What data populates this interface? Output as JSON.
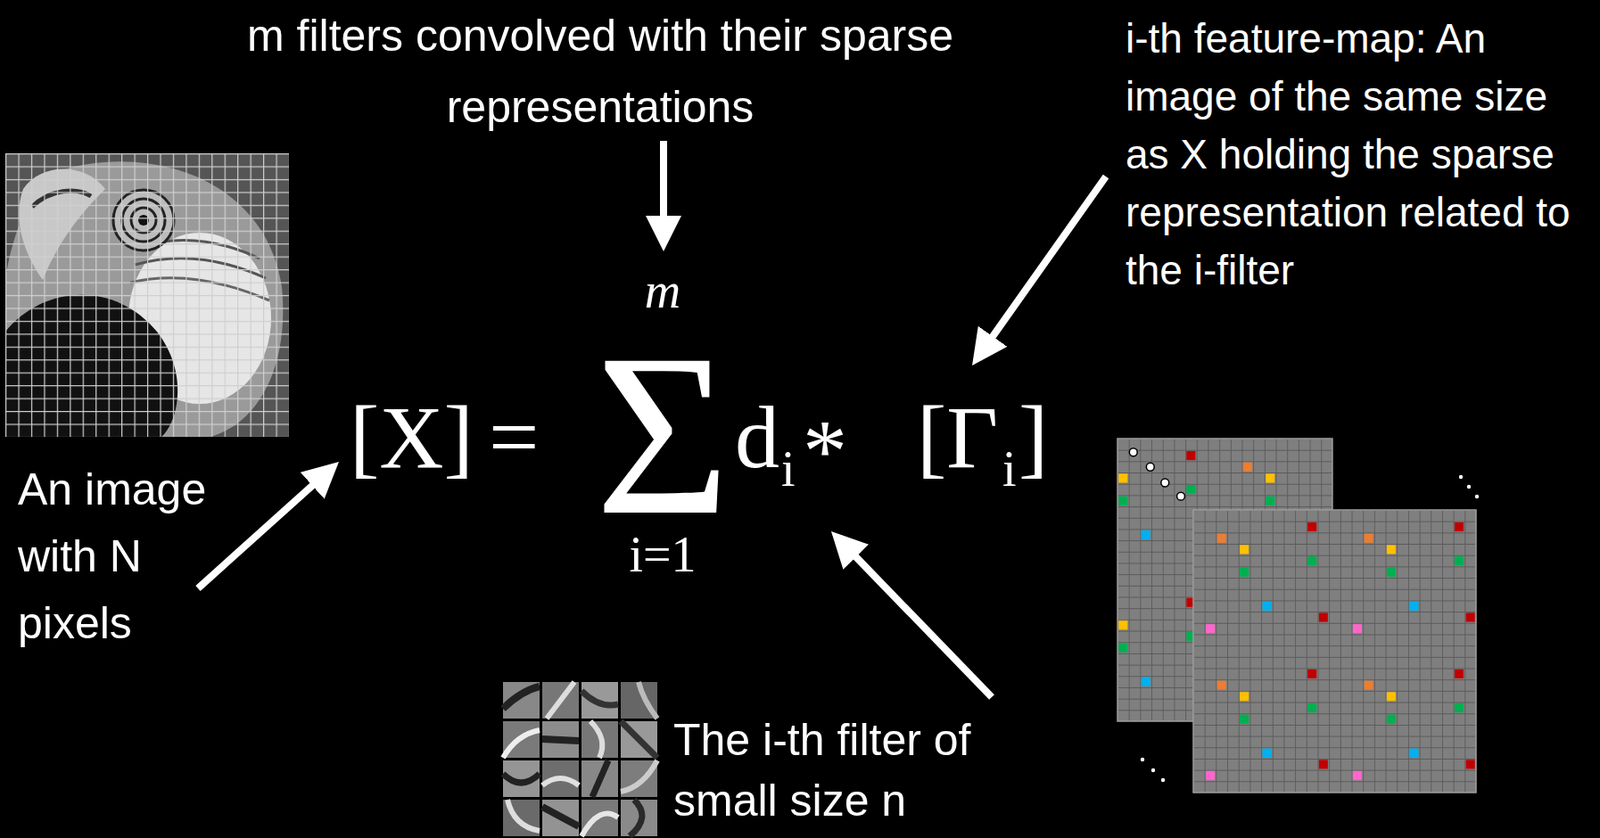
{
  "diagram": {
    "labels": [
      "m filters convolved with their sparse representations",
      "i-th feature-map: An image of the same size as X holding the sparse representation related to the i-filter",
      "m",
      "[X]",
      "=",
      "Σ",
      "d",
      "i",
      "*",
      "[Γ",
      "i",
      "]",
      "i=1",
      "An image with N pixels",
      "The i-th filter of small size n"
    ]
  }
}
